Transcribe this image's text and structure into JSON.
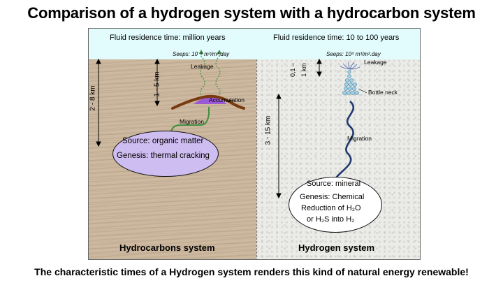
{
  "title": "Comparison of a hydrogen system with a hydrocarbon system",
  "footer": "The characteristic times of a Hydrogen system renders this kind of natural energy renewable!",
  "hydrocarbon": {
    "residence": "Fluid residence time: million years",
    "seeps": "Seeps: 10⁻¹ m³/m².day",
    "leakage": "Leakage",
    "accumulation": "Accumulation",
    "migration": "Migration",
    "depth_total": "2 - 8 km",
    "depth_accum": "1 - 5 km",
    "source": "Source: organic matter",
    "genesis": "Genesis: thermal cracking",
    "system_name": "Hydrocarbons system",
    "colors": {
      "ground": "#cdb9a0",
      "ellipse": "#cdbdf0",
      "trap": "#7a3a10",
      "reservoir": "#9b59d6"
    }
  },
  "hydrogen": {
    "residence": "Fluid residence time:  10 to 100 years",
    "seeps": "Seeps: 10⁴ m³/m².day",
    "leakage": "Leakage",
    "bottleneck": "Bottle neck",
    "migration": "Migration",
    "depth_shallow_a": "0,1 –",
    "depth_shallow_b": "1 km",
    "depth_total": "3 - 15 km",
    "source": "Source: mineral",
    "genesis_1": "Genesis: Chemical",
    "genesis_2": "Reduction of H₂O",
    "genesis_3": "or H₂S into H₂",
    "system_name": "Hydrogen system",
    "colors": {
      "ground": "#ebebe8",
      "path": "#1f3a6e",
      "bottleneck": "#9fd3e6"
    }
  },
  "colors": {
    "sky": "#e2fbfd",
    "leakage_path": "#3f8f3f"
  }
}
